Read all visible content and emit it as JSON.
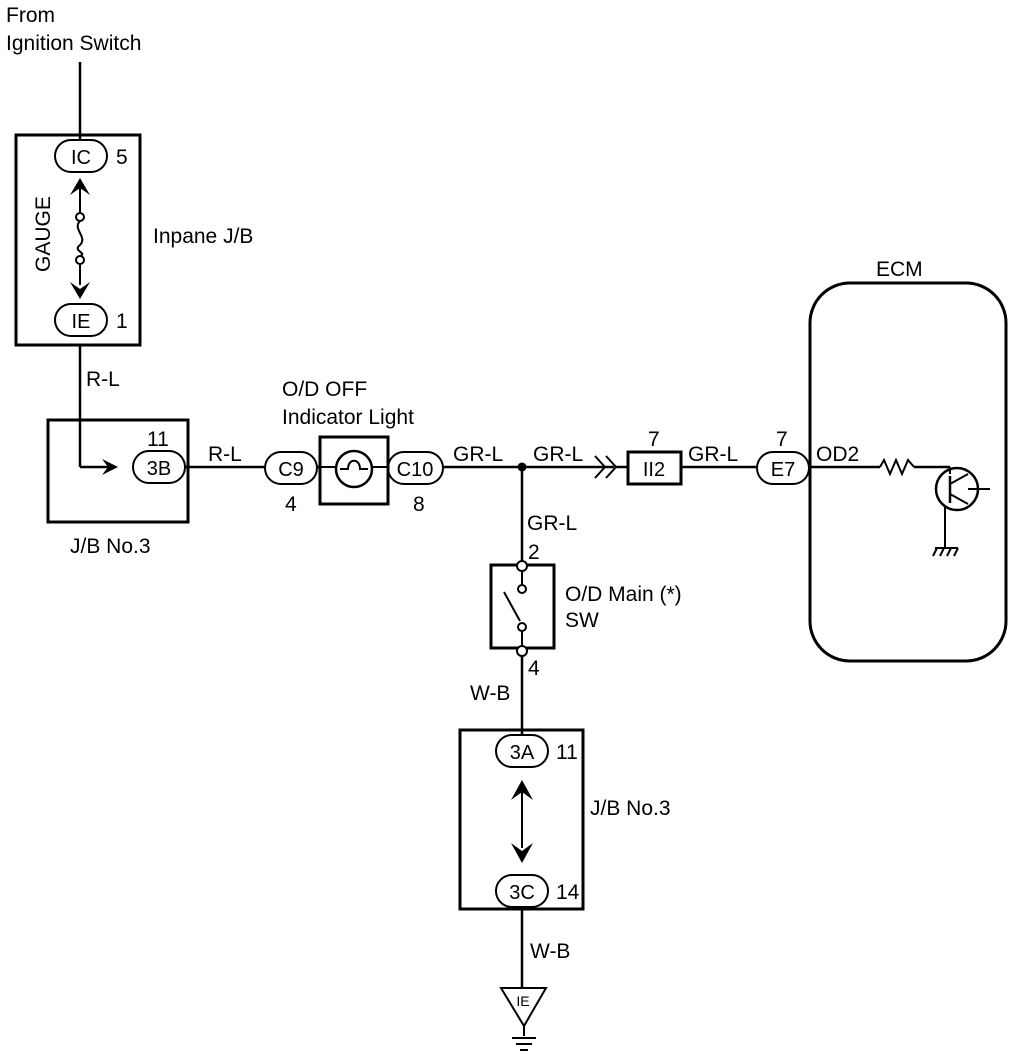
{
  "source": {
    "line1": "From",
    "line2": "Ignition Switch"
  },
  "inpane_jb": {
    "box_label": "GAUGE",
    "name": "Inpane J/B",
    "top_connector": "IC",
    "top_pin": "5",
    "bottom_connector": "IE",
    "bottom_pin": "1"
  },
  "wires": {
    "r_l_vertical": "R-L",
    "r_l_horizontal": "R-L",
    "gr_l_1": "GR-L",
    "gr_l_2": "GR-L",
    "gr_l_3": "GR-L",
    "gr_l_down": "GR-L",
    "w_b_1": "W-B",
    "w_b_2": "W-B"
  },
  "jb3_left": {
    "name": "J/B No.3",
    "connector": "3B",
    "pin": "11"
  },
  "indicator": {
    "title_line1": "O/D OFF",
    "title_line2": "Indicator Light",
    "left_connector": "C9",
    "left_pin": "4",
    "right_connector": "C10",
    "right_pin": "8"
  },
  "ii2": {
    "connector": "II2",
    "pin": "7"
  },
  "e7": {
    "connector": "E7",
    "pin": "7"
  },
  "ecm": {
    "title": "ECM",
    "terminal": "OD2"
  },
  "od_switch": {
    "line1": "O/D Main (*)",
    "line2": "SW",
    "top_pin": "2",
    "bottom_pin": "4"
  },
  "jb3_bottom": {
    "name": "J/B No.3",
    "top_connector": "3A",
    "top_pin": "11",
    "bottom_connector": "3C",
    "bottom_pin": "14"
  },
  "ground": {
    "label": "IE"
  },
  "colors": {
    "ink": "#000000",
    "background": "#ffffff"
  }
}
